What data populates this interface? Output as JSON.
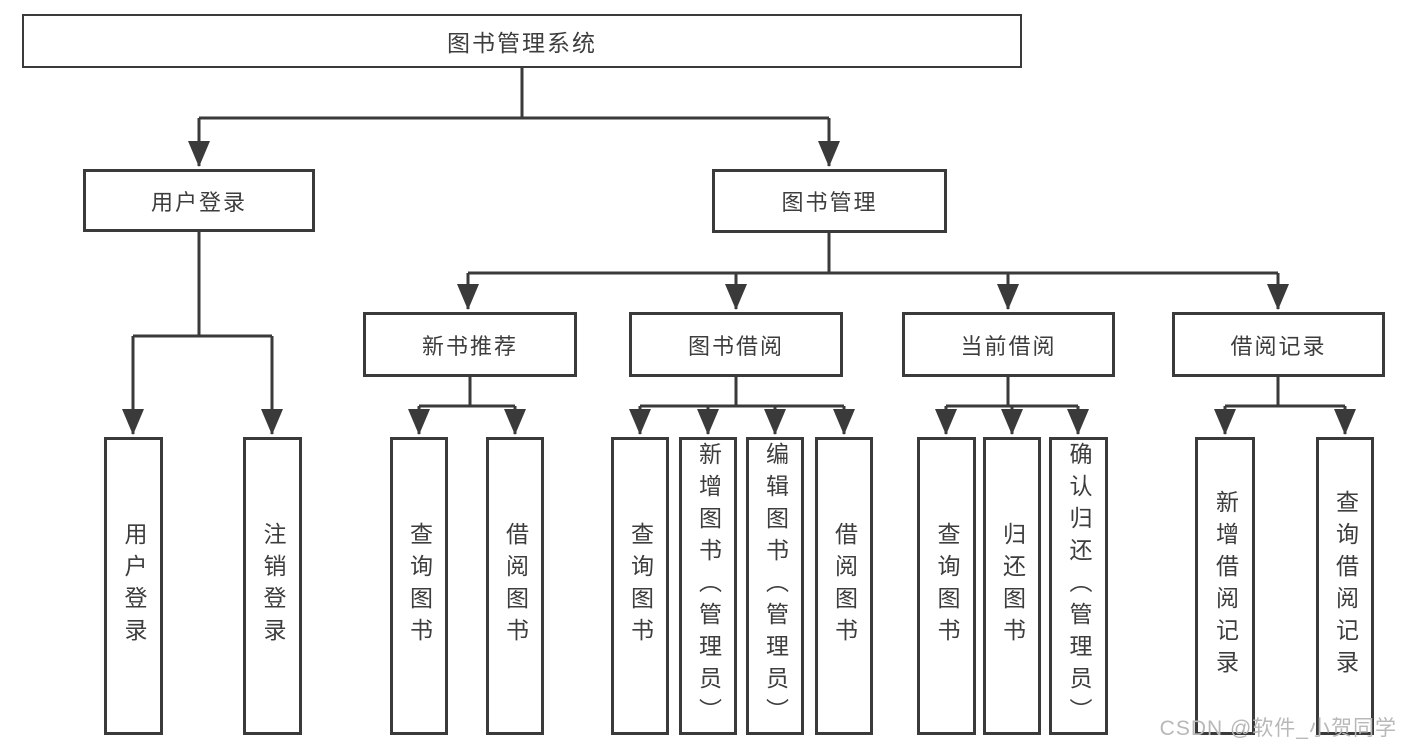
{
  "diagram_title": "图书管理系统",
  "colors": {
    "line": "#3a3a3a",
    "text": "#3d3d3d",
    "box_background": "#ffffff",
    "page_background": "#ffffff",
    "watermark": "#b8b8b8"
  },
  "nodes": {
    "root": {
      "label": "图书管理系统"
    },
    "user_login": {
      "label": "用户登录"
    },
    "book_mgmt": {
      "label": "图书管理"
    },
    "new_book_rec": {
      "label": "新书推荐"
    },
    "book_borrow": {
      "label": "图书借阅"
    },
    "current_borrow": {
      "label": "当前借阅"
    },
    "borrow_records": {
      "label": "借阅记录"
    },
    "leaf_user_login": {
      "label": "用户登录"
    },
    "leaf_logout": {
      "label": "注销登录"
    },
    "rec_query_books": {
      "label": "查询图书"
    },
    "rec_borrow_books": {
      "label": "借阅图书"
    },
    "bb_query_books": {
      "label": "查询图书"
    },
    "bb_add_books": {
      "label": "新增图书（管理员）"
    },
    "bb_edit_books": {
      "label": "编辑图书（管理员）"
    },
    "bb_borrow_books": {
      "label": "借阅图书"
    },
    "cb_query_books": {
      "label": "查询图书"
    },
    "cb_return_books": {
      "label": "归还图书"
    },
    "cb_confirm_return": {
      "label": "确认归还（管理员）"
    },
    "br_add_record": {
      "label": "新增借阅记录"
    },
    "br_query_record": {
      "label": "查询借阅记录"
    }
  },
  "hierarchy": {
    "图书管理系统": {
      "用户登录": [
        "用户登录",
        "注销登录"
      ],
      "图书管理": {
        "新书推荐": [
          "查询图书",
          "借阅图书"
        ],
        "图书借阅": [
          "查询图书",
          "新增图书（管理员）",
          "编辑图书（管理员）",
          "借阅图书"
        ],
        "当前借阅": [
          "查询图书",
          "归还图书",
          "确认归还（管理员）"
        ],
        "借阅记录": [
          "新增借阅记录",
          "查询借阅记录"
        ]
      }
    }
  },
  "watermark": "CSDN @软件_小贺同学"
}
